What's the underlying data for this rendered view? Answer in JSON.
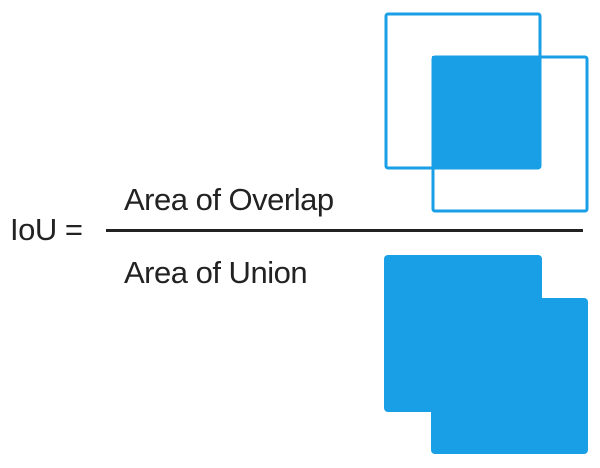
{
  "equation": {
    "lhs": "IoU =",
    "numerator": "Area of Overlap",
    "denominator": "Area of Union"
  },
  "colors": {
    "box_blue": "#189fe6",
    "text": "#222222"
  }
}
